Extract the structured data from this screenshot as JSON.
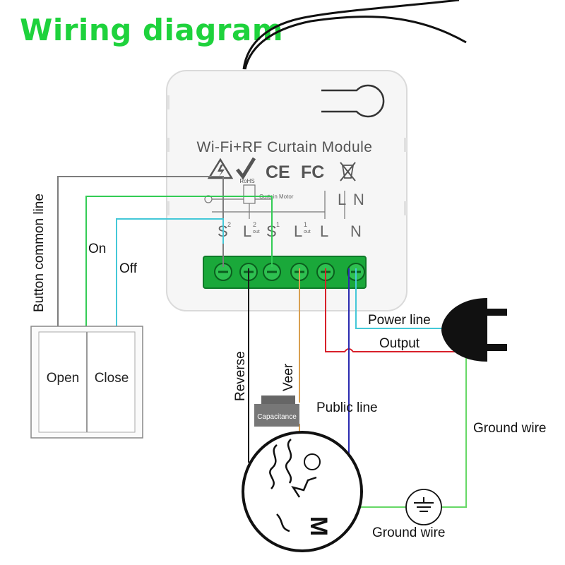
{
  "title": "Wiring diagram",
  "module": {
    "name": "Wi-Fi+RF Curtain Module",
    "motor_label": "Curtain Motor",
    "cert_marks": [
      "RoHS",
      "CE",
      "FC"
    ],
    "input_terminals": [
      "L",
      "N"
    ],
    "terminals": [
      {
        "label": "S",
        "sup": "2",
        "sub": ""
      },
      {
        "label": "L",
        "sup": "2",
        "sub": "out"
      },
      {
        "label": "S",
        "sup": "1",
        "sub": ""
      },
      {
        "label": "L",
        "sup": "1",
        "sub": "out"
      },
      {
        "label": "L",
        "sup": "",
        "sub": ""
      },
      {
        "label": "N",
        "sup": "",
        "sub": ""
      }
    ]
  },
  "switch": {
    "left_label": "Open",
    "right_label": "Close"
  },
  "wire_labels": {
    "button_common": "Button common line",
    "on": "On",
    "off": "Off",
    "power": "Power line",
    "output": "Output",
    "reverse": "Reverse",
    "veer": "Veer",
    "public": "Public line",
    "ground_right": "Ground wire",
    "ground_bottom": "Ground wire"
  },
  "capacitor_label": "Capacitance",
  "motor_letter": "M",
  "colors": {
    "title": "#1ed23c",
    "terminal_block": "#1aa83a",
    "wire_gray": "#7d7d7d",
    "wire_green": "#33cc55",
    "wire_cyan": "#44c8d8",
    "wire_red": "#d8202a",
    "wire_blue": "#2a2ab0",
    "wire_orange": "#d9a050",
    "wire_black": "#1a1a1a",
    "wire_ground": "#66d866"
  }
}
